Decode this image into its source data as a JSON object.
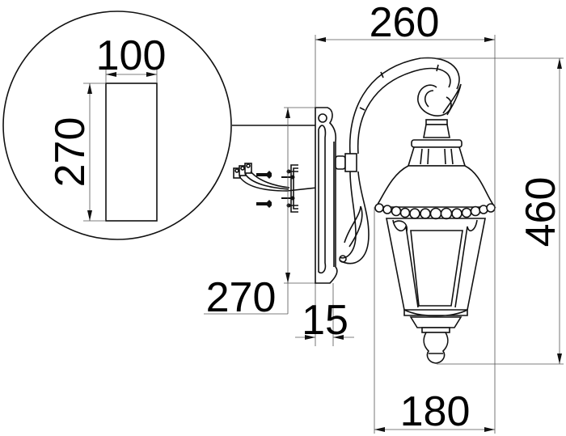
{
  "drawing": {
    "subject": "wall-lantern",
    "units": "mm",
    "line_color": "#111111",
    "background": "#ffffff"
  },
  "dimensions": {
    "overall_width": "260",
    "overall_height": "460",
    "lantern_width": "180",
    "backplate_height": "270",
    "backplate_depth": "15",
    "detail_width": "100",
    "detail_height": "270"
  },
  "detail_view": {
    "shape": "circle",
    "content": "backplate-footprint",
    "width_label": "100",
    "height_label": "270"
  },
  "mounting_hardware": {
    "screws": 2,
    "wall_plugs": 2,
    "terminal_block": "3-pole",
    "bracket": "mounting-bracket"
  }
}
